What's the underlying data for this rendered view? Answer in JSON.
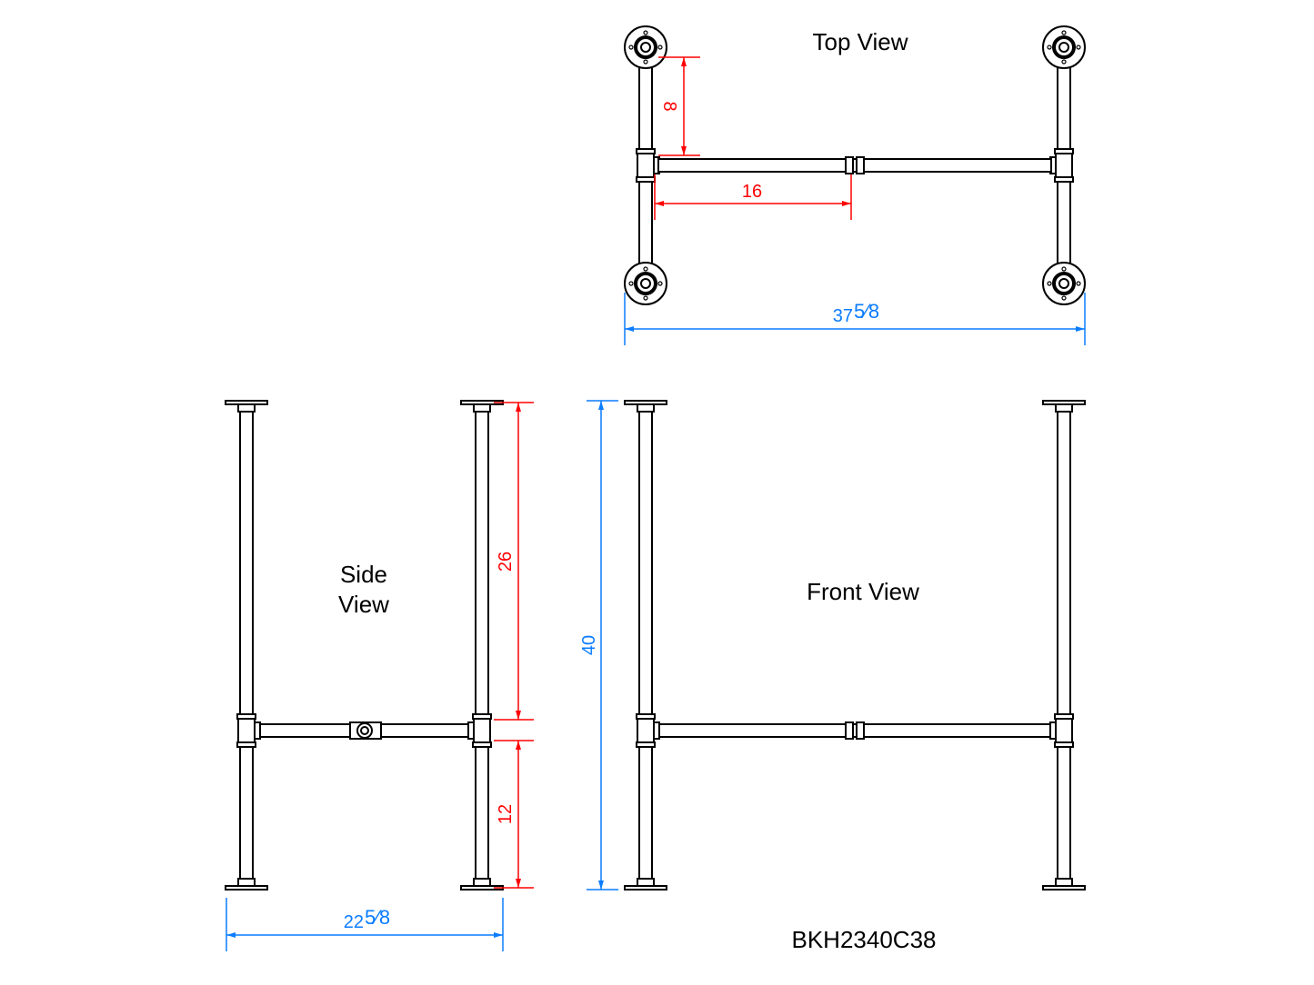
{
  "labels": {
    "top_view": "Top View",
    "side_view_line1": "Side",
    "side_view_line2": "View",
    "front_view": "Front View",
    "model": "BKH2340C38"
  },
  "dimensions": {
    "top_offset": "8",
    "top_half_span": "16",
    "width_whole": "37",
    "width_frac": "5⁄8",
    "upper_leg": "26",
    "lower_leg": "12",
    "height": "40",
    "depth_whole": "22",
    "depth_frac": "5⁄8"
  },
  "colors": {
    "red_dim": "#ff0000",
    "blue_dim": "#0a7cff",
    "line": "#000000"
  }
}
